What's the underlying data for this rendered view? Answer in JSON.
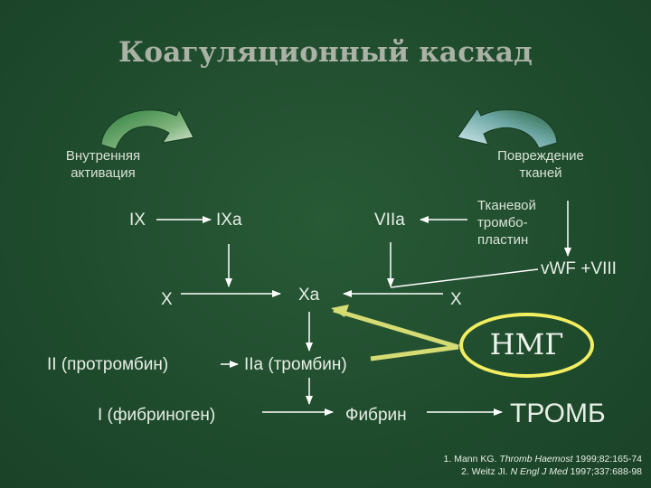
{
  "title": "Коагуляционный каскад",
  "left_trigger": {
    "line1": "Внутренняя",
    "line2": "активация"
  },
  "right_trigger": {
    "line1": "Повреждение",
    "line2": "тканей"
  },
  "nodes": {
    "ix": "IX",
    "ixa": "IXa",
    "viia": "VIIa",
    "tissue_line1": "Тканевой",
    "tissue_line2": "тромбо-",
    "tissue_line3": "пластин",
    "vwf": "vWF +VIII",
    "x_left": "X",
    "xa": "Xa",
    "x_right": "X",
    "ii": "II (протромбин)",
    "iia": "IIa (тромбин)",
    "i": "I (фибриноген)",
    "fibrin": "Фибрин",
    "thrombus": "ТРОМБ"
  },
  "nmg": "НМГ",
  "references": {
    "r1_prefix": "1. Mann KG. ",
    "r1_journal": "Thromb Haemost",
    "r1_suffix": " 1999;82:165-74",
    "r2_prefix": "2. Weitz JI. ",
    "r2_journal": "N Engl J Med",
    "r2_suffix": " 1997;337:688-98"
  },
  "colors": {
    "background": "#1e4a2c",
    "text": "#e7eee6",
    "title": "#aab2a6",
    "highlight": "#f2ee60"
  }
}
